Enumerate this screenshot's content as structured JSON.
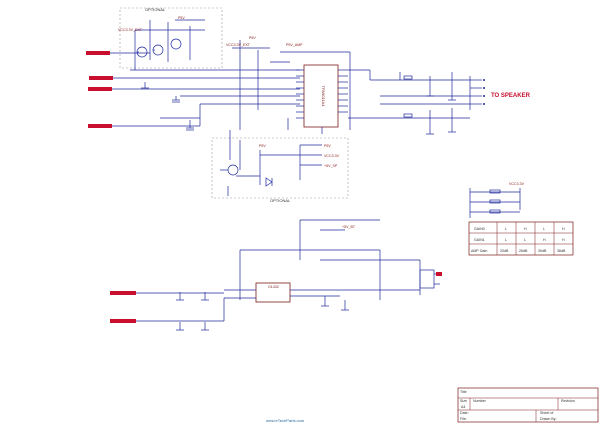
{
  "sheet": {
    "accent_color": "#c8102e",
    "wire_color": "#1f2a9a",
    "frame_color": "#7a1a1a"
  },
  "labels": {
    "optional_top": "OPTIONAL",
    "optional_bottom": "OPTIONAL",
    "to_speaker": "TO SPEAKER",
    "vcc_left": "VCC3.3V_EXT",
    "vcc_mid": "VCC3.3V_EXT",
    "p5v": "P5V",
    "p5v_amp": "P5V_AMP",
    "amp_ic": "TPA6011A4",
    "p5v_right": "P5V",
    "vcc_right": "VCC3.3V",
    "opt_p5v": "P5V",
    "opt_vcc": "VCC3.3V",
    "opt_ext": "+5V_SP",
    "codec_ic": "G1432",
    "net_bottom": "+5V_BT",
    "watermark": "www.eTechParts.com"
  },
  "gain_table": {
    "headers": [
      "GAIN0",
      "GAIN1",
      "AMP Gain"
    ],
    "rows": [
      [
        "L",
        "H",
        "L",
        "H"
      ],
      [
        "L",
        "L",
        "H",
        "H"
      ],
      [
        "20dB",
        "26dB",
        "30dB",
        "36dB"
      ]
    ]
  },
  "title_block": {
    "title_label": "Title",
    "size_label": "Size",
    "size_value": "A4",
    "number_label": "Number",
    "revision_label": "Revision",
    "date_label": "Date:",
    "file_label": "File:",
    "sheet_label": "Sheet of",
    "drawn_label": "Drawn By:"
  }
}
